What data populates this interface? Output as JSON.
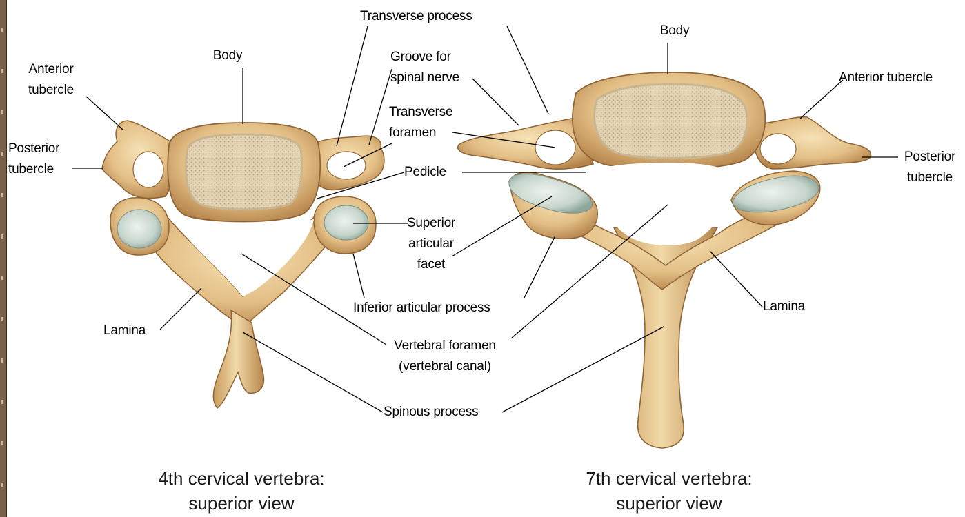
{
  "labels": {
    "left": {
      "body": "Body",
      "anterior_tubercle": [
        "Anterior",
        "tubercle"
      ],
      "posterior_tubercle": [
        "Posterior",
        "tubercle"
      ],
      "lamina": "Lamina"
    },
    "center": {
      "transverse_process": "Transverse process",
      "groove_for_spinal_nerve": [
        "Groove for",
        "spinal nerve"
      ],
      "transverse_foramen": [
        "Transverse",
        "foramen"
      ],
      "pedicle": "Pedicle",
      "superior_articular_facet": [
        "Superior",
        "articular",
        "facet"
      ],
      "inferior_articular_process": "Inferior articular process",
      "vertebral_foramen": [
        "Vertebral foramen",
        "(vertebral canal)"
      ],
      "spinous_process": "Spinous process"
    },
    "right": {
      "body": "Body",
      "anterior_tubercle": "Anterior tubercle",
      "posterior_tubercle": [
        "Posterior",
        "tubercle"
      ],
      "lamina": "Lamina"
    }
  },
  "captions": {
    "c4": [
      "4th cervical vertebra:",
      "superior view"
    ],
    "c7": [
      "7th cervical vertebra:",
      "superior view"
    ]
  },
  "colors": {
    "bone": "#e6c48e",
    "bone_shadow": "#b98a4d",
    "cartilage": "#c9d8cf",
    "trabecular": "#dcc9a6"
  }
}
